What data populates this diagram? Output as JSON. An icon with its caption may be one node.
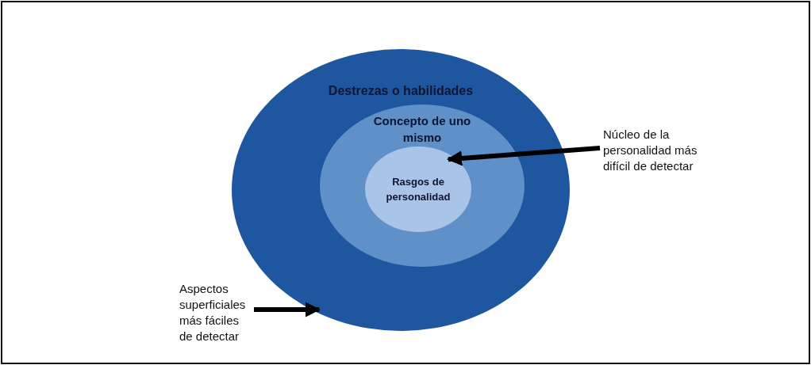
{
  "diagram": {
    "nodes": [
      {
        "text": [
          "Destrezas o habilidades"
        ]
      },
      {
        "text": [
          "Concepto de uno mismo"
        ],
        "in": 0
      },
      {
        "text": [
          "Rasgos de personalidad"
        ],
        "in": 1
      },
      {
        "text": [
          "Núcleo de la personalidad más difícil de detectar"
        ]
      },
      {
        "text": [
          "Aspectos superficiales más fáciles de detectar"
        ]
      }
    ],
    "edges": [
      {
        "from": 3,
        "to": 2,
        "arrow": "to"
      },
      {
        "from": 4,
        "to": 0,
        "arrow": "to"
      }
    ]
  }
}
